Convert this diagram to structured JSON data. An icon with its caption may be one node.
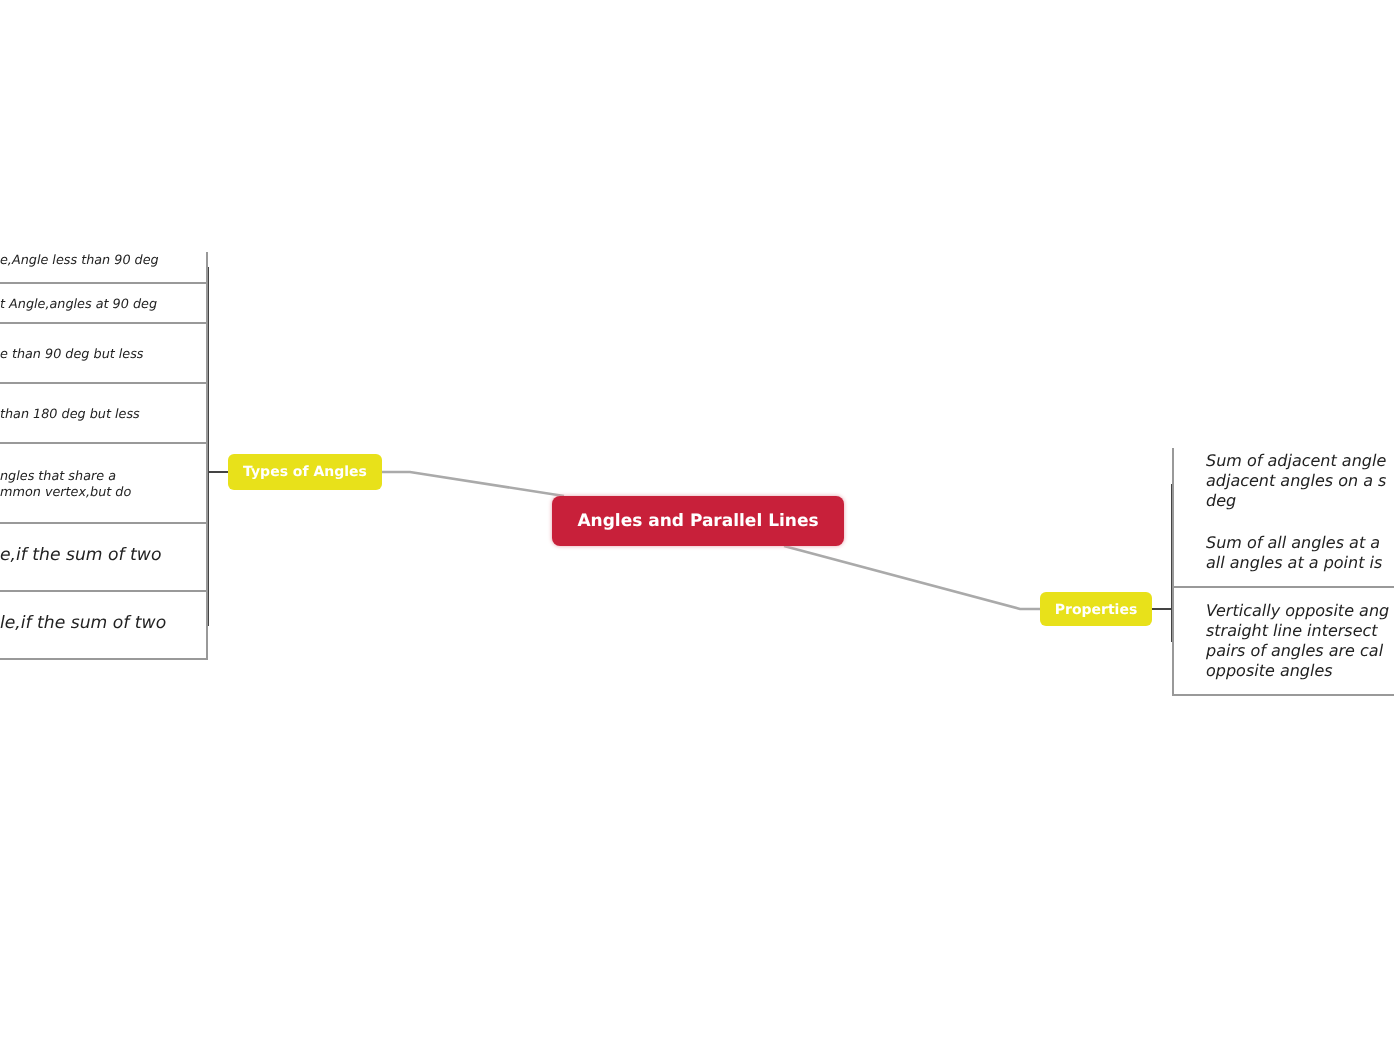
{
  "diagram": {
    "nodes": [
      {
        "text": [
          "Angles and Parallel Lines"
        ]
      },
      {
        "text": [
          "Types of Angles"
        ]
      },
      {
        "text": [
          "e,Angle less than 90 deg"
        ]
      },
      {
        "text": [
          "t Angle,angles at 90 deg"
        ]
      },
      {
        "text": [
          "e than 90 deg but less"
        ]
      },
      {
        "text": [
          "than 180 deg  but less"
        ]
      },
      {
        "text": [
          "ngles that share a mmon vertex,but do"
        ]
      },
      {
        "text": [
          "e,if the sum of two"
        ]
      },
      {
        "text": [
          "le,if the sum of two"
        ]
      },
      {
        "text": [
          "Properties"
        ]
      },
      {
        "text": [
          "Sum of adjacent angle adjacent angles on a s deg"
        ]
      },
      {
        "text": [
          "Sum of all angles at a all angles at a point is"
        ]
      },
      {
        "text": [
          "Vertically opposite ang straight line intersect pairs of angles are cal opposite angles"
        ]
      }
    ],
    "edges": [
      {
        "from": 0,
        "to": 1,
        "arrow": "none",
        "color": "#aaaaaa"
      },
      {
        "from": 0,
        "to": 9,
        "arrow": "none",
        "color": "#aaaaaa"
      },
      {
        "from": 1,
        "to": 2,
        "arrow": "none"
      },
      {
        "from": 1,
        "to": 3,
        "arrow": "none"
      },
      {
        "from": 1,
        "to": 4,
        "arrow": "none"
      },
      {
        "from": 1,
        "to": 5,
        "arrow": "none"
      },
      {
        "from": 1,
        "to": 6,
        "arrow": "none"
      },
      {
        "from": 1,
        "to": 7,
        "arrow": "none"
      },
      {
        "from": 1,
        "to": 8,
        "arrow": "none"
      },
      {
        "from": 9,
        "to": 10,
        "arrow": "none"
      },
      {
        "from": 9,
        "to": 11,
        "arrow": "none"
      },
      {
        "from": 9,
        "to": 12,
        "arrow": "none"
      }
    ]
  }
}
